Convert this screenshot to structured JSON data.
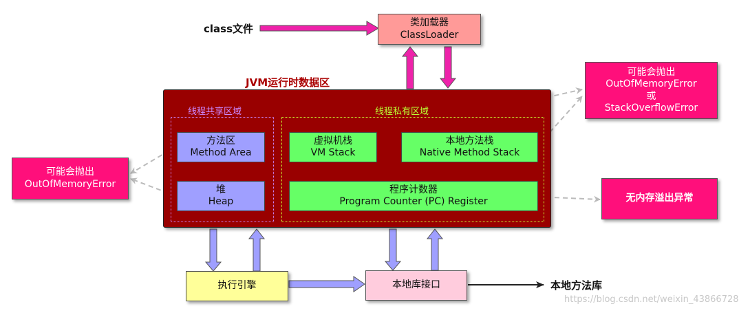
{
  "colors": {
    "magenta": "#ff0f7b",
    "magenta_arrow": "#ee22aa",
    "arrow_outline": "#555555",
    "lavender": "#9f9fff",
    "dark_red": "#990000",
    "green": "#66ff66",
    "pink_loader": "#ff9a98",
    "pink_native": "#ffccdd",
    "yellow_engine": "#ffff99",
    "dashed_gray": "#bbbbbb",
    "title_red": "#aa0000",
    "shared_label": "#cc88ff",
    "private_label": "#bbff33",
    "watermark": "#c8c8c8"
  },
  "nodes": {
    "class_file": "class文件",
    "classloader_cn": "类加载器",
    "classloader_en": "ClassLoader",
    "runtime_area_title": "JVM运行时数据区",
    "shared_area_label": "线程共享区域",
    "private_area_label": "线程私有区域",
    "method_area_cn": "方法区",
    "method_area_en": "Method Area",
    "heap_cn": "堆",
    "heap_en": "Heap",
    "vm_stack_cn": "虚拟机栈",
    "vm_stack_en": "VM Stack",
    "native_stack_cn": "本地方法栈",
    "native_stack_en": "Native Method Stack",
    "pc_cn": "程序计数器",
    "pc_en": "Program Counter (PC) Register",
    "left_error_line1": "可能会抛出",
    "left_error_line2": "OutOfMemoryError",
    "right_error_line1": "可能会抛出",
    "right_error_line2": "OutOfMemoryError",
    "right_error_line3": "或",
    "right_error_line4": "StackOverflowError",
    "no_overflow": "无内存溢出异常",
    "exec_engine": "执行引擎",
    "native_interface": "本地库接口",
    "native_library": "本地方法库"
  },
  "watermark": "https://blog.csdn.net/weixin_43866728"
}
